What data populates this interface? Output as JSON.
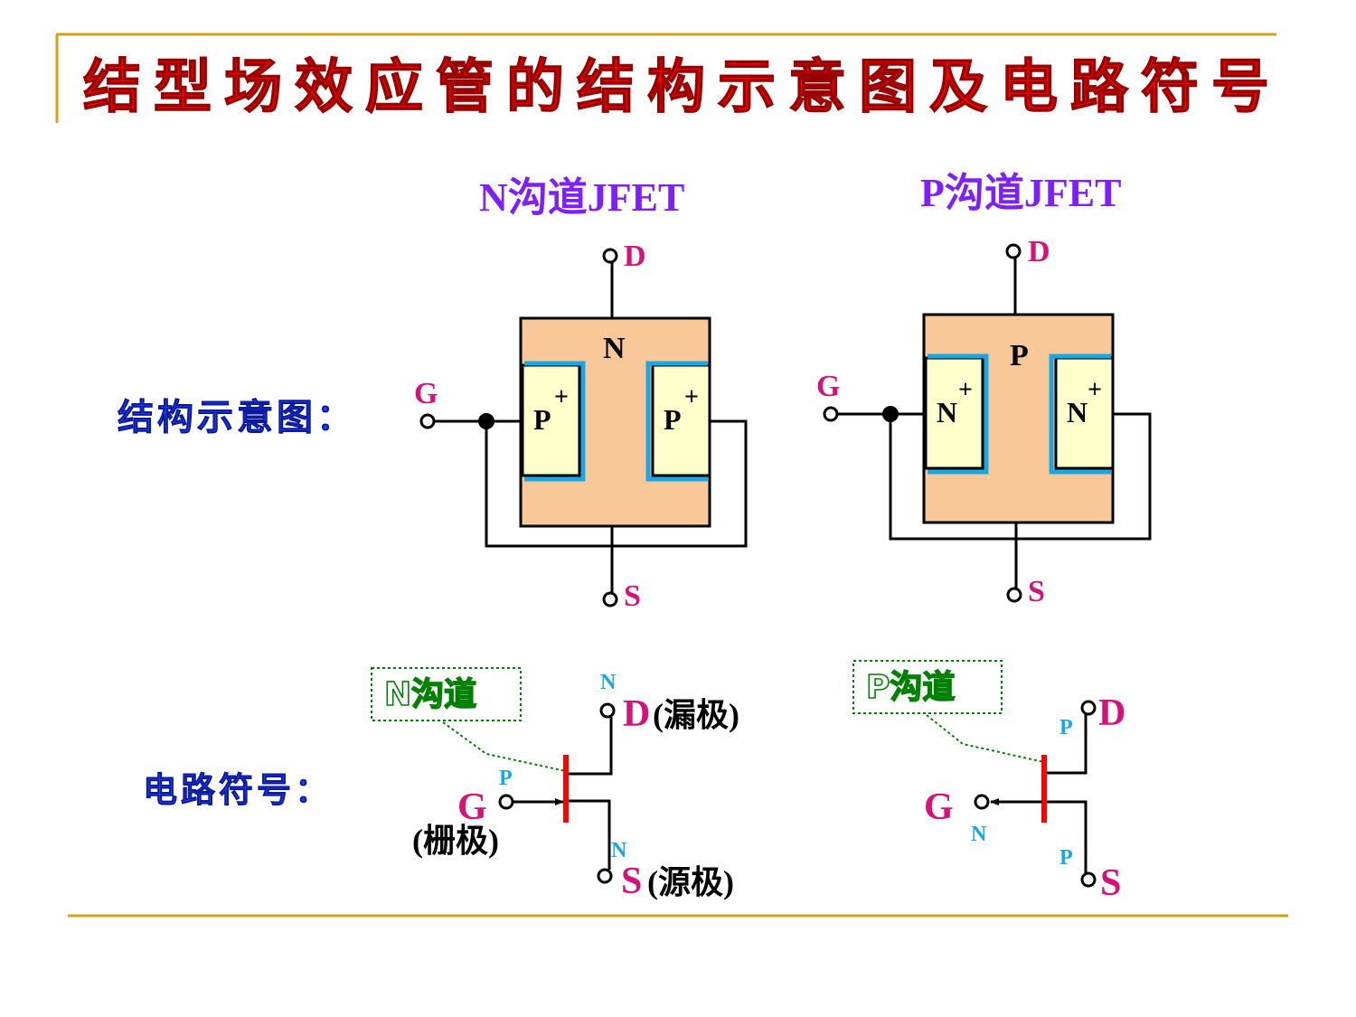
{
  "title": "结型场效应管的结构示意图及电路符号",
  "colors": {
    "title_fill": "#ff0000",
    "title_stroke": "#990000",
    "frame": "#d4a017",
    "channel_heading": "#7f1fff",
    "side_label": "#2040ff",
    "terminal": "#d6127a",
    "junction": "#1aa7e6",
    "substrate": "#f9c899",
    "gate_region": "#ffffcc",
    "callout": "#008000",
    "gate_bar": "#ff0000",
    "wire": "#000000"
  },
  "side_labels": {
    "structure": "结构示意图：",
    "symbol": "电路符号："
  },
  "structure": {
    "n_channel": {
      "heading": "N沟道JFET",
      "substrate": "N",
      "gate_region": "P",
      "gate_sup": "+",
      "drain": "D",
      "source": "S",
      "gate": "G"
    },
    "p_channel": {
      "heading": "P沟道JFET",
      "substrate": "P",
      "gate_region": "N",
      "gate_sup": "+",
      "drain": "D",
      "source": "S",
      "gate": "G"
    }
  },
  "symbols": {
    "n_channel": {
      "callout": "N沟道",
      "drain": "D",
      "drain_name": "(漏极)",
      "source": "S",
      "source_name": "(源极)",
      "gate": "G",
      "gate_name": "(栅极)",
      "gate_type": "P",
      "drain_type": "N",
      "source_type": "N"
    },
    "p_channel": {
      "callout": "P沟道",
      "drain": "D",
      "source": "S",
      "gate": "G",
      "gate_type": "N",
      "drain_type": "P",
      "source_type": "P"
    }
  }
}
